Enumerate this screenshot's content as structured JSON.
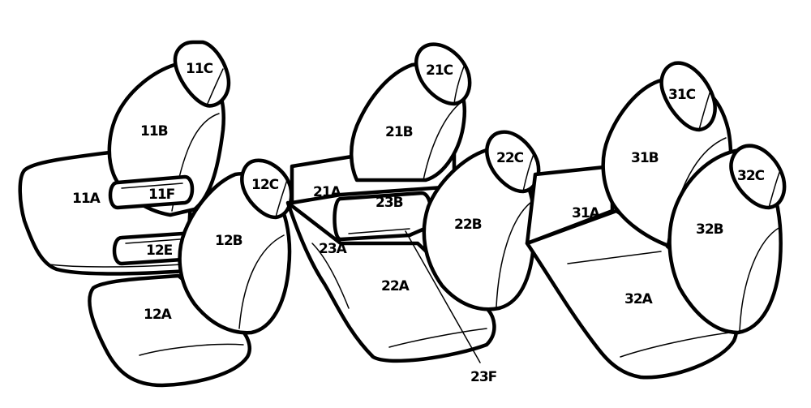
{
  "part_labels": {
    "l11A": "11A",
    "l11B": "11B",
    "l11C": "11C",
    "l11E": "12E",
    "l11F": "11F",
    "l12A": "12A",
    "l12B": "12B",
    "l12C": "12C",
    "l21A": "21A",
    "l21B": "21B",
    "l21C": "21C",
    "l22A": "22A",
    "l22B": "22B",
    "l22C": "22C",
    "l23A": "23A",
    "l23B": "23B",
    "l23F": "23F",
    "l31A": "31A",
    "l31B": "31B",
    "l31C": "31C",
    "l32A": "32A",
    "l32B": "32B",
    "l32C": "32C"
  }
}
